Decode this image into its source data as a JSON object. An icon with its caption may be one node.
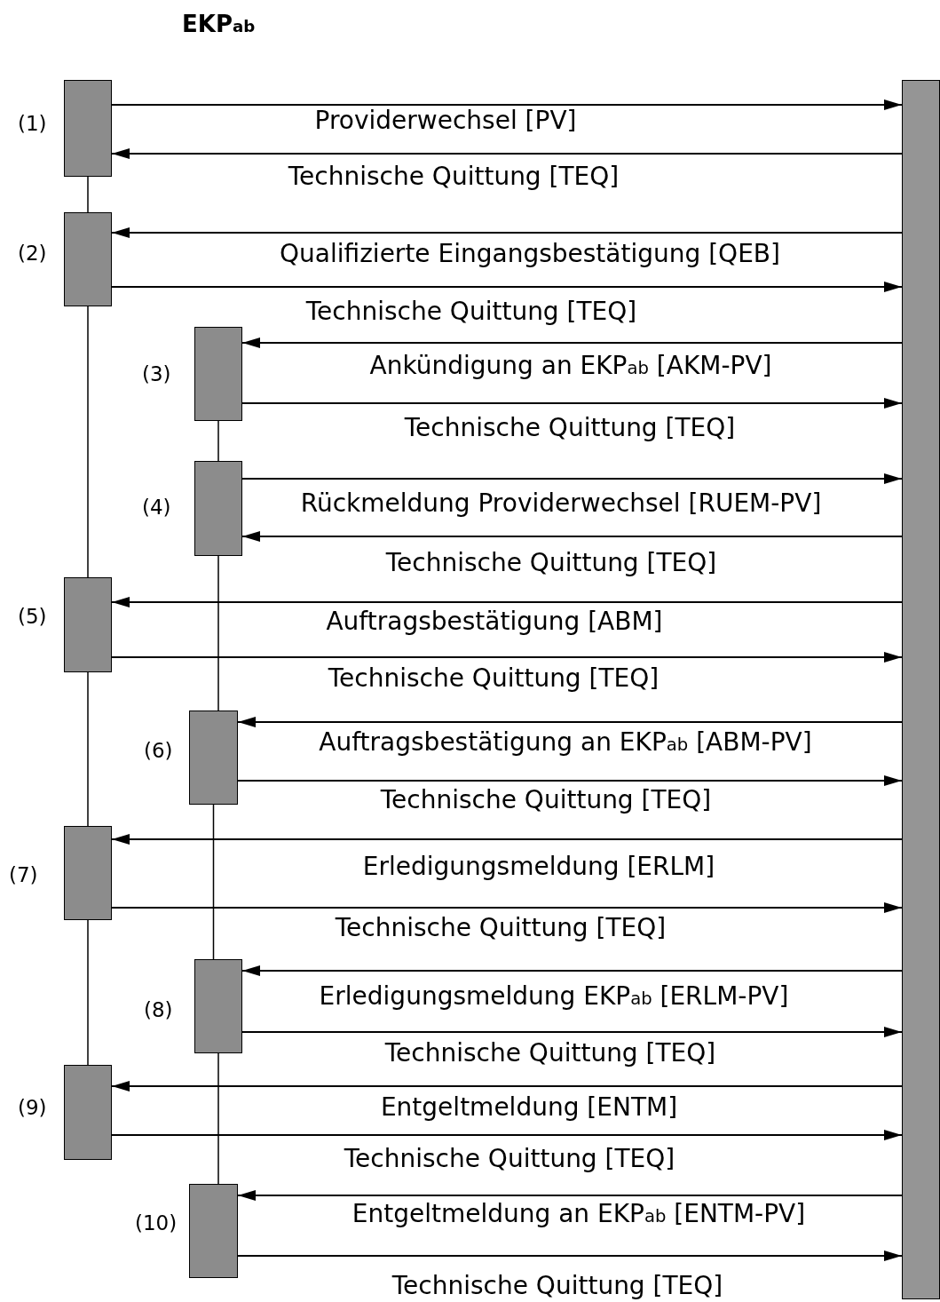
{
  "diagram": {
    "title": "EKP$_{ab}$",
    "nodes": [
      {
        "text": [],
        "shape": "box",
        "beside": [
          "(1)"
        ]
      },
      {
        "text": [],
        "shape": "box",
        "beside": [
          "(2)"
        ]
      },
      {
        "text": [],
        "shape": "box",
        "beside": [
          "(3)"
        ]
      },
      {
        "text": [],
        "shape": "box",
        "beside": [
          "(4)"
        ]
      },
      {
        "text": [],
        "shape": "box",
        "beside": [
          "(5)"
        ]
      },
      {
        "text": [],
        "shape": "box",
        "beside": [
          "(6)"
        ]
      },
      {
        "text": [],
        "shape": "box",
        "beside": [
          "(7)"
        ]
      },
      {
        "text": [],
        "shape": "box",
        "beside": [
          "(8)"
        ]
      },
      {
        "text": [],
        "shape": "box",
        "beside": [
          "(9)"
        ]
      },
      {
        "text": [],
        "shape": "box",
        "beside": [
          "(10)"
        ]
      },
      {
        "text": [],
        "shape": "bar"
      }
    ],
    "edges": [
      {
        "from": 0,
        "to": 10,
        "arrow": "to",
        "label": "Providerwechsel [PV]"
      },
      {
        "from": 10,
        "to": 0,
        "arrow": "to",
        "label": "Technische Quittung [TEQ]"
      },
      {
        "from": 10,
        "to": 1,
        "arrow": "to",
        "label": "Qualifizierte Eingangsbestätigung [QEB]"
      },
      {
        "from": 1,
        "to": 10,
        "arrow": "to",
        "label": "Technische Quittung [TEQ]"
      },
      {
        "from": 10,
        "to": 2,
        "arrow": "to",
        "label": "Ankündigung an EKP$_{ab}$ [AKM-PV]"
      },
      {
        "from": 2,
        "to": 10,
        "arrow": "to",
        "label": "Technische Quittung [TEQ]"
      },
      {
        "from": 3,
        "to": 10,
        "arrow": "to",
        "label": "Rückmeldung Providerwechsel [RUEM-PV]"
      },
      {
        "from": 10,
        "to": 3,
        "arrow": "to",
        "label": "Technische Quittung [TEQ]"
      },
      {
        "from": 10,
        "to": 4,
        "arrow": "to",
        "label": "Auftragsbestätigung [ABM]"
      },
      {
        "from": 4,
        "to": 10,
        "arrow": "to",
        "label": "Technische Quittung [TEQ]"
      },
      {
        "from": 10,
        "to": 5,
        "arrow": "to",
        "label": "Auftragsbestätigung an EKP$_{ab}$ [ABM-PV]"
      },
      {
        "from": 5,
        "to": 10,
        "arrow": "to",
        "label": "Technische Quittung [TEQ]"
      },
      {
        "from": 10,
        "to": 6,
        "arrow": "to",
        "label": "Erledigungsmeldung [ERLM]"
      },
      {
        "from": 6,
        "to": 10,
        "arrow": "to",
        "label": "Technische Quittung [TEQ]"
      },
      {
        "from": 10,
        "to": 7,
        "arrow": "to",
        "label": "Erledigungsmeldung EKP$_{ab}$ [ERLM-PV]"
      },
      {
        "from": 7,
        "to": 10,
        "arrow": "to",
        "label": "Technische Quittung [TEQ]"
      },
      {
        "from": 10,
        "to": 8,
        "arrow": "to",
        "label": "Entgeltmeldung [ENTM]"
      },
      {
        "from": 8,
        "to": 10,
        "arrow": "to",
        "label": "Technische Quittung [TEQ]"
      },
      {
        "from": 10,
        "to": 9,
        "arrow": "to",
        "label": "Entgeltmeldung an EKP$_{ab}$ [ENTM-PV]"
      },
      {
        "from": 9,
        "to": 10,
        "arrow": "to",
        "label": "Technische Quittung [TEQ]"
      },
      {
        "from": 0,
        "to": 1,
        "arrow": "none"
      },
      {
        "from": 1,
        "to": 4,
        "arrow": "none"
      },
      {
        "from": 4,
        "to": 6,
        "arrow": "none"
      },
      {
        "from": 6,
        "to": 8,
        "arrow": "none"
      },
      {
        "from": 2,
        "to": 3,
        "arrow": "none"
      },
      {
        "from": 3,
        "to": 5,
        "arrow": "none"
      },
      {
        "from": 5,
        "to": 7,
        "arrow": "none"
      },
      {
        "from": 7,
        "to": 9,
        "arrow": "none"
      }
    ]
  }
}
